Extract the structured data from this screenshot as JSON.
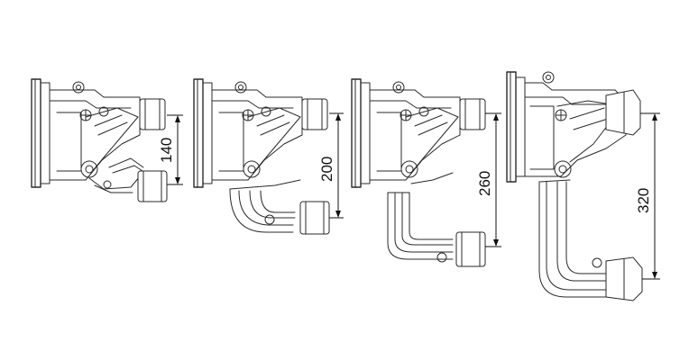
{
  "figure": {
    "units": [
      {
        "dimension_label": "140"
      },
      {
        "dimension_label": "200"
      },
      {
        "dimension_label": "260"
      },
      {
        "dimension_label": "320"
      }
    ]
  }
}
